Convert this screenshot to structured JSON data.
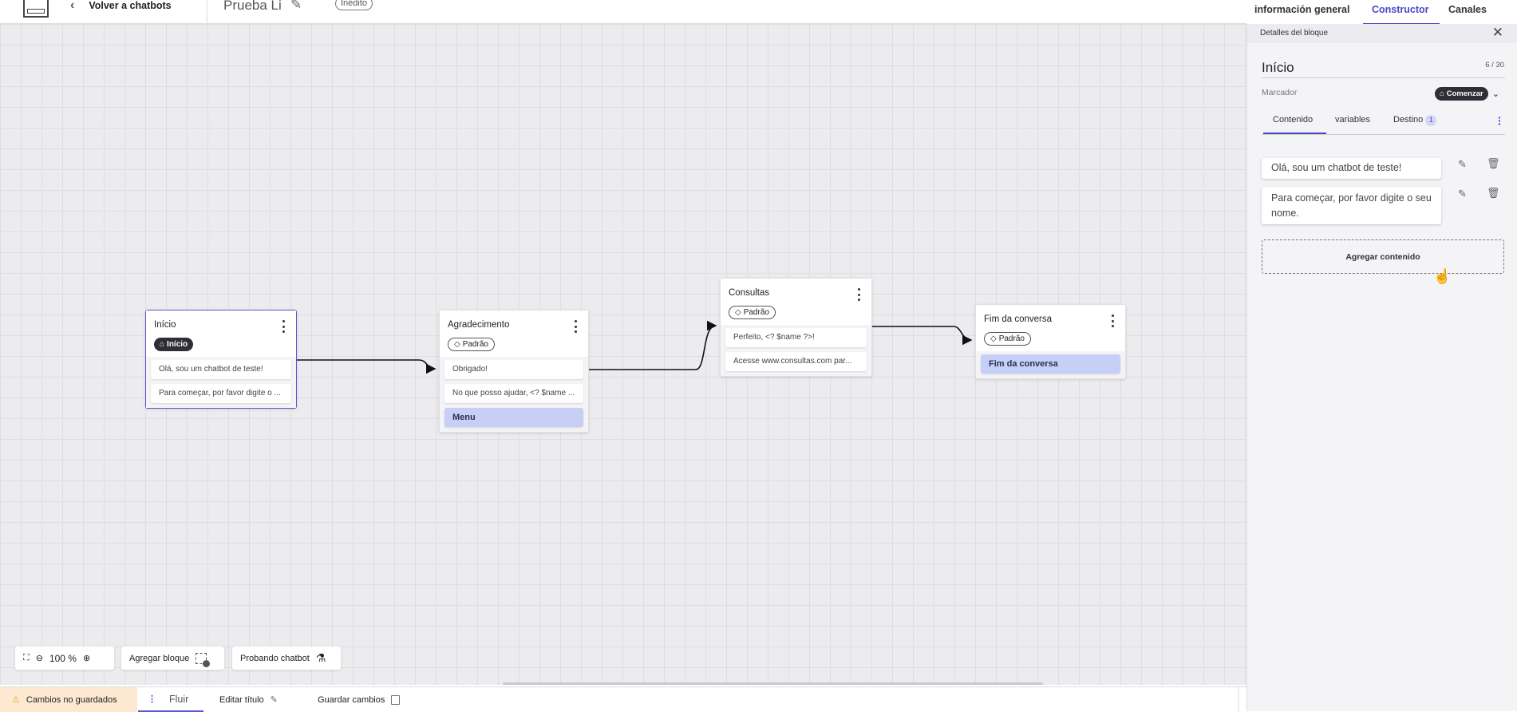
{
  "header": {
    "back_label": "Volver a chatbots",
    "chatbot_name": "Prueba Li",
    "status_badge": "Inédito"
  },
  "top_tabs": [
    {
      "label": "información general"
    },
    {
      "label": "Constructor",
      "active": true
    },
    {
      "label": "Canales"
    }
  ],
  "nodes": [
    {
      "title": "Início",
      "badge": "Início",
      "badge_icon": "home-icon",
      "items": [
        "Olá, sou um chatbot de teste!",
        "Para começar, por favor digite o ..."
      ]
    },
    {
      "title": "Agradecimento",
      "badge": "Padrão",
      "badge_icon": "tag-icon",
      "items": [
        "Obrigado!",
        "No que posso ajudar, <? $name ..."
      ],
      "menu": "Menu"
    },
    {
      "title": "Consultas",
      "badge": "Padrão",
      "badge_icon": "tag-icon",
      "items": [
        "Perfeito, <? $name ?>!",
        "Acesse www.consultas.com par..."
      ]
    },
    {
      "title": "Fim da conversa",
      "badge": "Padrão",
      "badge_icon": "tag-icon",
      "menu": "Fim da conversa"
    }
  ],
  "toolbar": {
    "zoom": "100 %",
    "add_block": "Agregar bloque",
    "test_chatbot": "Probando chatbot"
  },
  "panel": {
    "header": "Detalles del bloque",
    "name": "Início",
    "char_count": "6 / 30",
    "marker_label": "Marcador",
    "marker_value": "Comenzar",
    "tabs": [
      {
        "label": "Contenido",
        "active": true
      },
      {
        "label": "variables"
      },
      {
        "label": "Destino",
        "count": "1"
      }
    ],
    "contents": [
      "Olá, sou um chatbot de teste!",
      "Para começar, por favor digite o seu nome."
    ],
    "add_content": "Agregar contenido"
  },
  "bottom": {
    "unsaved": "Cambios no guardados",
    "flow_tab": "Fluir",
    "edit_title": "Editar título",
    "save": "Guardar cambios"
  },
  "colors": {
    "accent": "#5b57d1",
    "menu_item": "#c8cff7",
    "unsaved_bg": "#fde9d2",
    "warning": "#e8a317"
  }
}
